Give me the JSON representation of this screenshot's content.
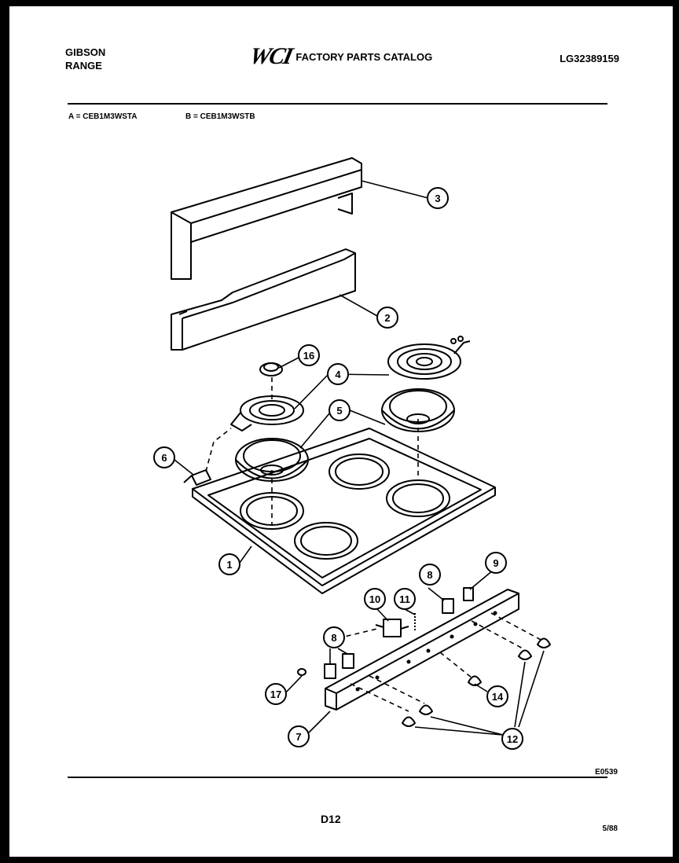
{
  "header": {
    "brand_line1": "GIBSON",
    "brand_line2": "RANGE",
    "logo": "WCI",
    "catalog_title": "FACTORY PARTS CATALOG",
    "catalog_number": "LG32389159"
  },
  "models": {
    "a": "A = CEB1M3WSTA",
    "b": "B = CEB1M3WSTB"
  },
  "callouts": {
    "c1": "1",
    "c2": "2",
    "c3": "3",
    "c4": "4",
    "c5": "5",
    "c6": "6",
    "c7": "7",
    "c8a": "8",
    "c8b": "8",
    "c9": "9",
    "c10": "10",
    "c11": "11",
    "c12": "12",
    "c14": "14",
    "c16": "16",
    "c17": "17"
  },
  "footer": {
    "illustration_code": "E0539",
    "page": "D12",
    "date": "5/88"
  }
}
